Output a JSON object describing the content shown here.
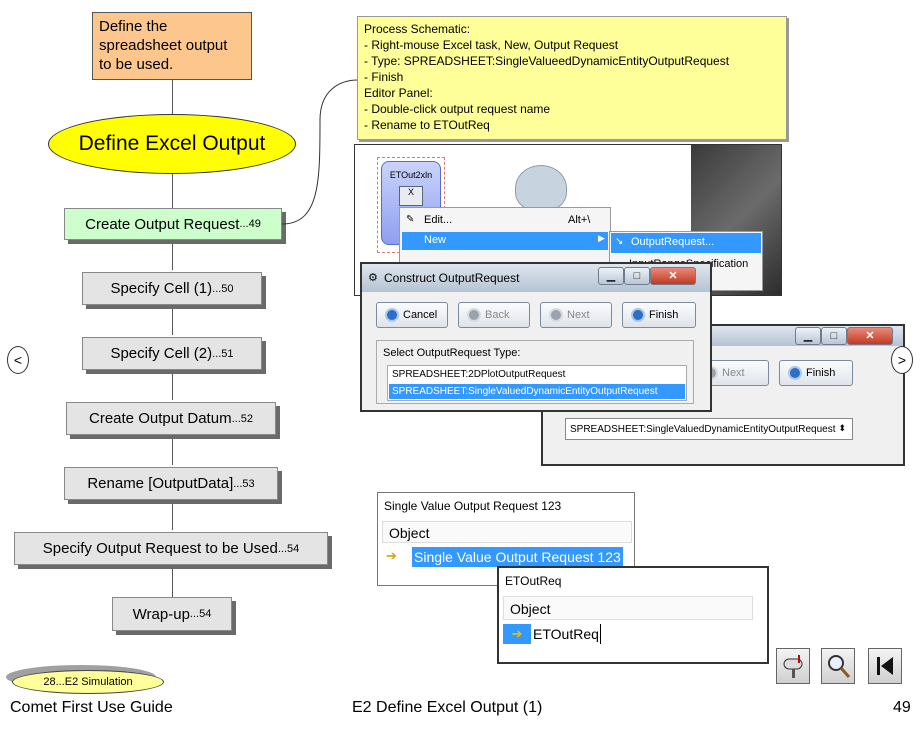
{
  "flowchart": {
    "define_note": [
      "Define the",
      "spreadsheet output",
      "to be used."
    ],
    "title": "Define Excel Output",
    "steps": [
      {
        "label": "Create Output Request",
        "page": "...49"
      },
      {
        "label": "Specify Cell (1)",
        "page": "...50"
      },
      {
        "label": "Specify Cell (2)",
        "page": "...51"
      },
      {
        "label": "Create Output Datum",
        "page": "...52"
      },
      {
        "label": "Rename [OutputData]",
        "page": "...53"
      },
      {
        "label": "Specify Output Request to be Used",
        "page": "...54"
      },
      {
        "label": "Wrap-up",
        "page": "...54"
      }
    ]
  },
  "callout": {
    "lines": [
      "Process Schematic:",
      "- Right-mouse Excel task, New, Output Request",
      "- Type: SPREADSHEET:SingleValueedDynamicEntityOutputRequest",
      "- Finish",
      "Editor Panel:",
      "- Double-click output request name",
      "- Rename to ETOutReq"
    ]
  },
  "schematic": {
    "node_label": "ETOut2xln",
    "context_menu": {
      "edit": "Edit...",
      "edit_shortcut": "Alt+\\",
      "new": "New"
    },
    "submenu": {
      "output_request": "OutputRequest...",
      "input_range": "InputRangeSpecification"
    }
  },
  "dialog_front": {
    "title": "Construct OutputRequest",
    "buttons": {
      "cancel": "Cancel",
      "back": "Back",
      "next": "Next",
      "finish": "Finish"
    },
    "section_label": "Select OutputRequest Type:",
    "options": [
      "SPREADSHEET:2DPlotOutputRequest",
      "SPREADSHEET:SingleValuedDynamicEntityOutputRequest"
    ]
  },
  "dialog_back": {
    "buttons": {
      "next": "Next",
      "finish": "Finish"
    },
    "selected": "SPREADSHEET:SingleValuedDynamicEntityOutputRequest"
  },
  "editor1": {
    "title": "Single Value Output Request 123",
    "header": "Object",
    "value": "Single Value Output Request 123"
  },
  "editor2": {
    "title": "ETOutReq",
    "header": "Object",
    "value": "ETOutReq"
  },
  "footer": {
    "section_badge": "28...E2 Simulation",
    "left": "Comet First Use Guide",
    "center": "E2 Define Excel Output (1)",
    "page": "49"
  },
  "nav": {
    "prev": "<",
    "next": ">"
  },
  "colors": {
    "note_orange": "#fcc68c",
    "ellipse_yellow": "#ffff00",
    "step_green": "#ccffcc",
    "callout_yellow": "#ffff99",
    "select_blue": "#3399ff"
  }
}
